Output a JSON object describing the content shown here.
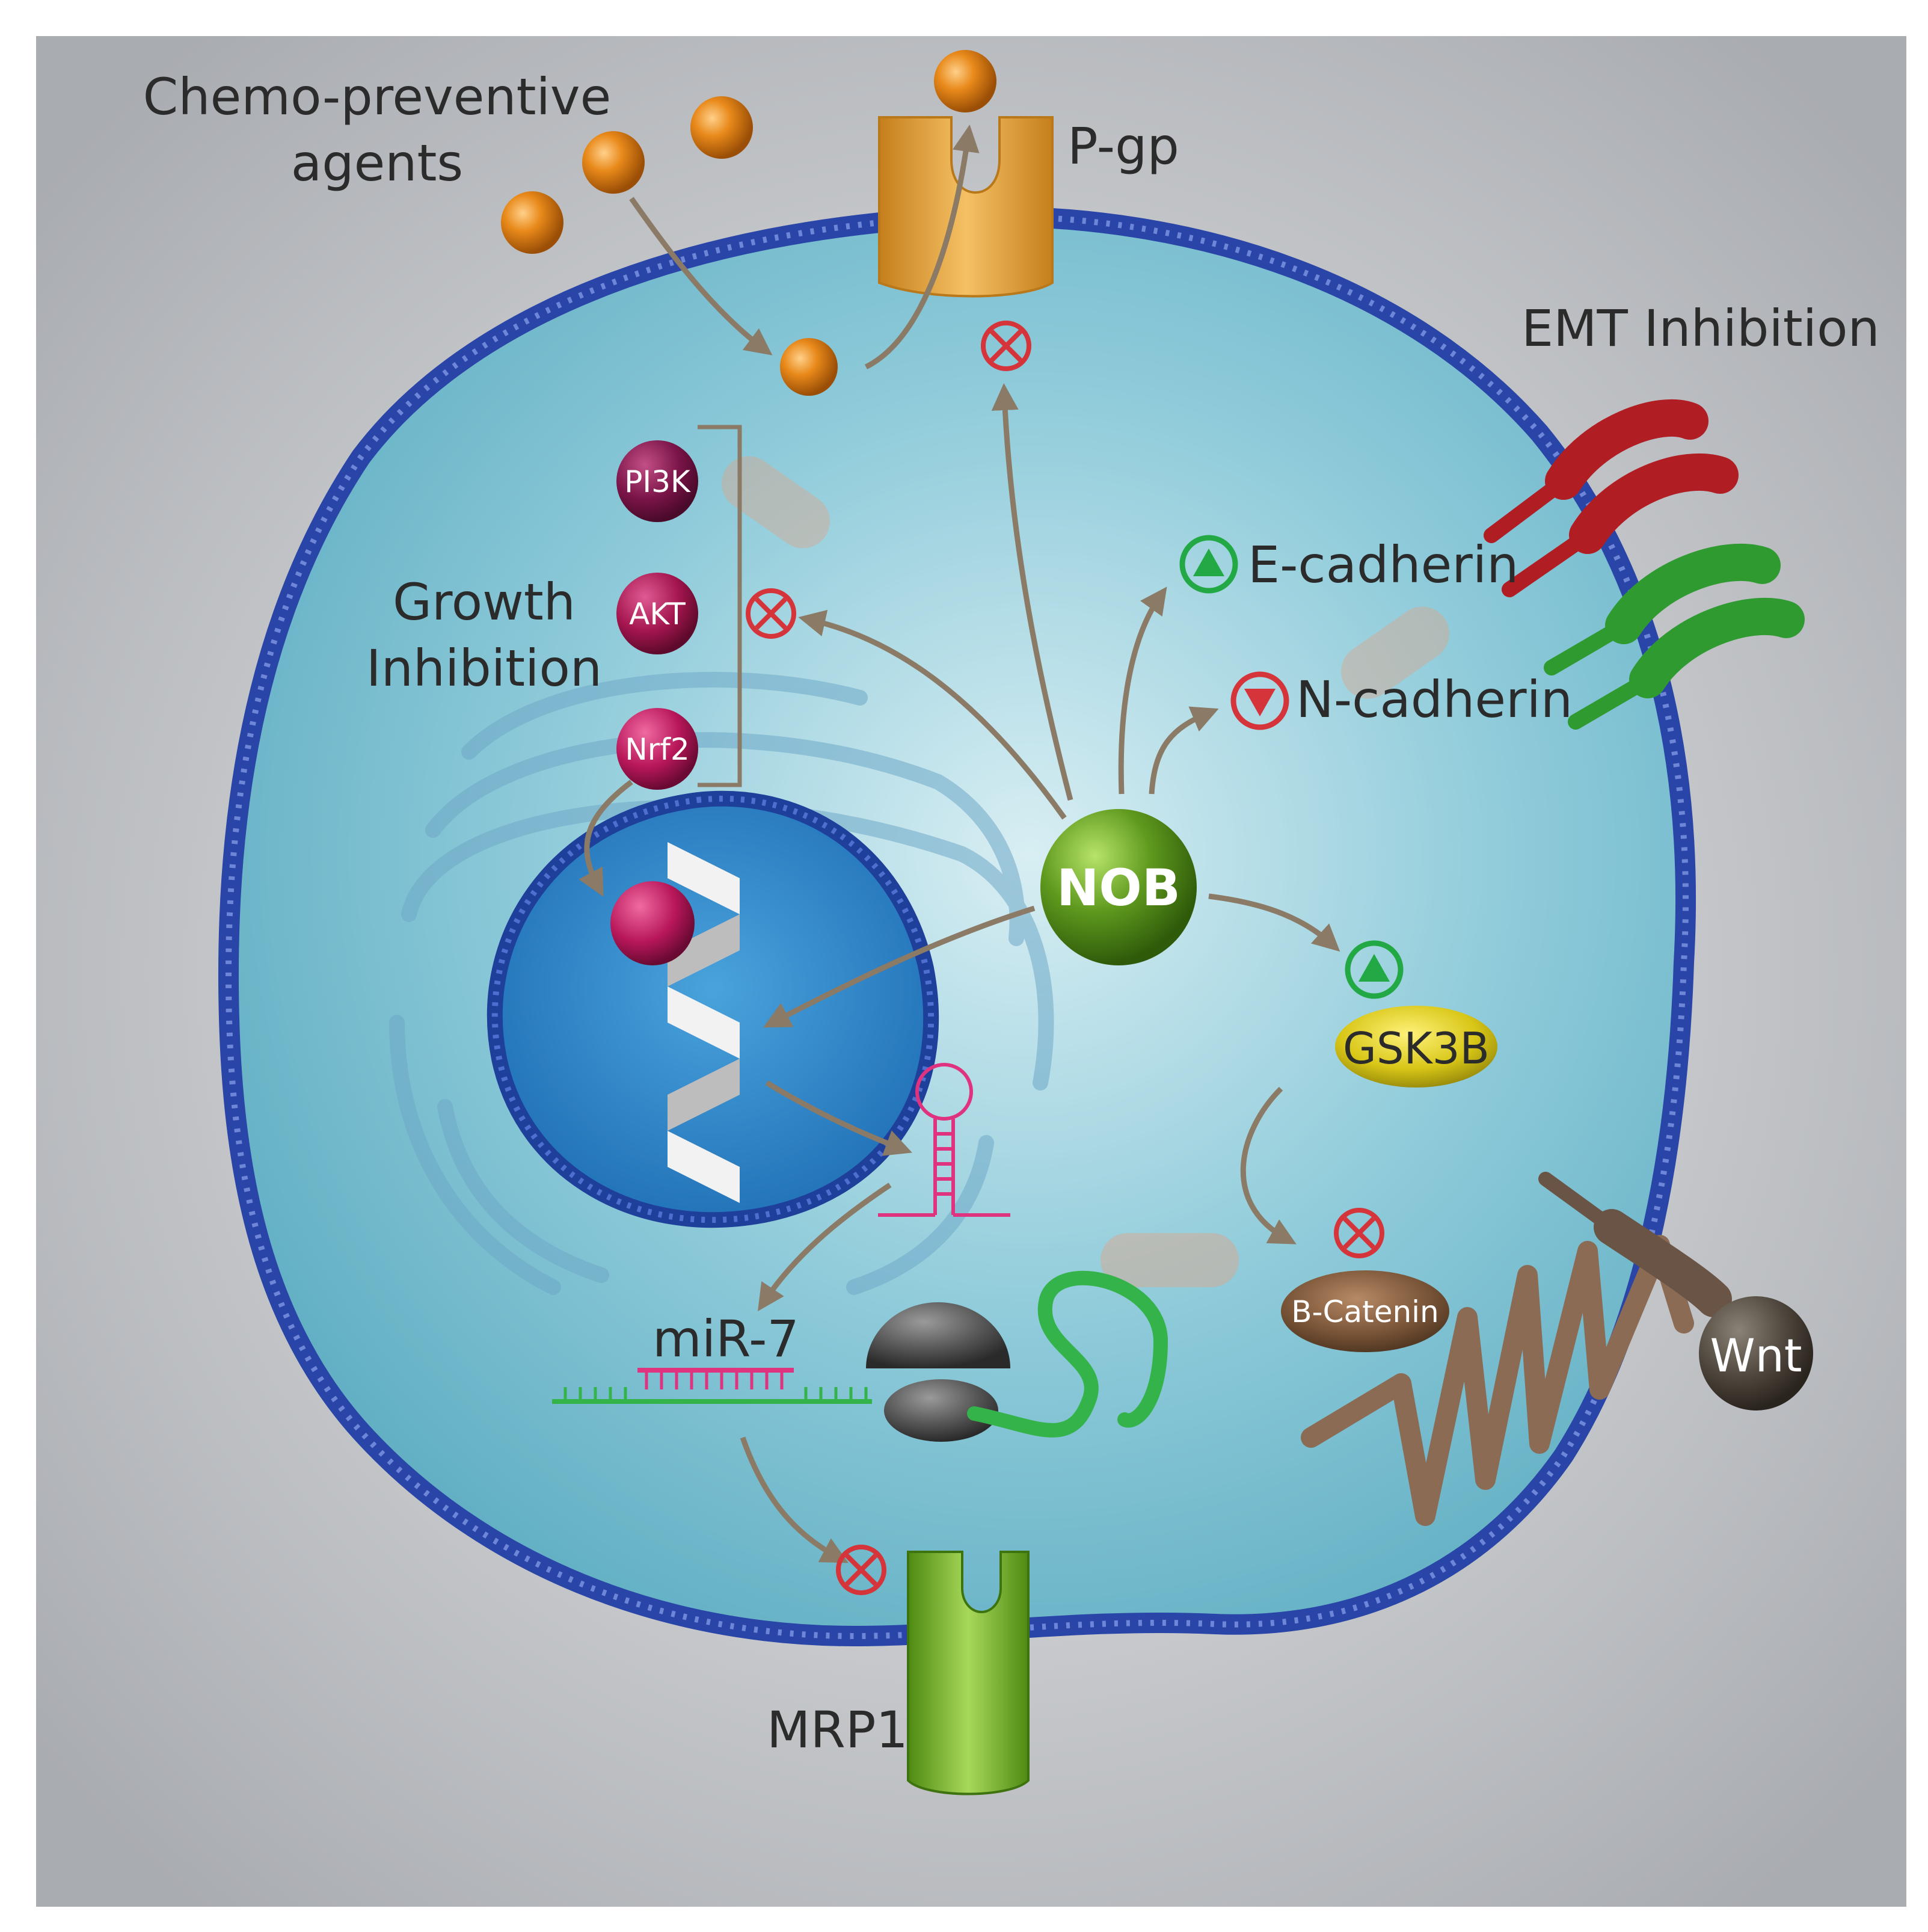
{
  "labels": {
    "chemo_line1": "Chemo-preventive",
    "chemo_line2": "agents",
    "pgp": "P-gp",
    "emt": "EMT Inhibition",
    "growth_line1": "Growth",
    "growth_line2": "Inhibition",
    "pi3k": "PI3K",
    "akt": "AKT",
    "nrf2": "Nrf2",
    "e_cadherin": "E-cadherin",
    "n_cadherin": "N-cadherin",
    "nob": "NOB",
    "gsk3b": "GSK3B",
    "b_catenin": "B-Catenin",
    "wnt": "Wnt",
    "mir7": "miR-7",
    "mrp1": "MRP1"
  },
  "colors": {
    "background": "#b9bcc0",
    "cytoplasm": "#7fc1d2",
    "membrane": "#2a45a8",
    "nucleus": "#2f86c8",
    "agent": "#e0841a",
    "pgp": "#e8a63c",
    "mrp1": "#7ab52a",
    "nob": "#5f9a1e",
    "gsk3b": "#d8c617",
    "beta_catenin": "#7a5538",
    "wnt": "#4e463c",
    "receptor": "#8c6b55",
    "inhibit": "#d4343a",
    "up": "#22a844",
    "down": "#d4343a",
    "pi3k": "#7a1448",
    "akt": "#a3154e",
    "nrf2": "#b8175a",
    "mirna": "#e0337f",
    "mrna": "#34b34a"
  },
  "icons": [
    "inhibit-icon",
    "up-arrow-icon",
    "down-arrow-icon",
    "dna-helix-icon",
    "ribosome-icon",
    "mirna-hairpin-icon"
  ]
}
